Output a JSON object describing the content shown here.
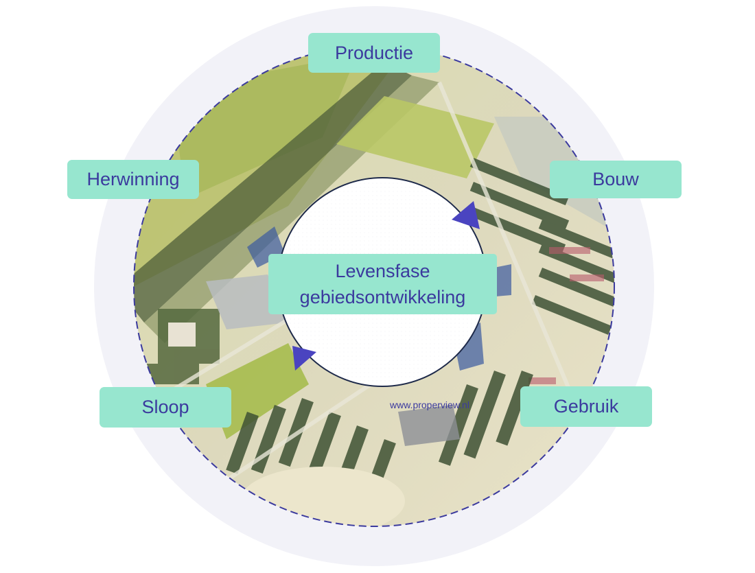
{
  "diagram": {
    "phases": [
      {
        "label": "Productie"
      },
      {
        "label": "Bouw"
      },
      {
        "label": "Gebruik"
      },
      {
        "label": "Sloop"
      },
      {
        "label": "Herwinning"
      }
    ],
    "center": {
      "line1": "Levensfase",
      "line2": "gebiedsontwikkeling"
    },
    "watermark": "www.properview.nl"
  },
  "colors": {
    "outer_ring": "#f2f2f8",
    "dashed_border": "#3b3a9e",
    "label_bg": "#97e6cf",
    "label_text": "#3b3a9e",
    "arrow": "#4a44c0",
    "map_green": "#9fb45a",
    "map_sand": "#e9e5c9"
  }
}
